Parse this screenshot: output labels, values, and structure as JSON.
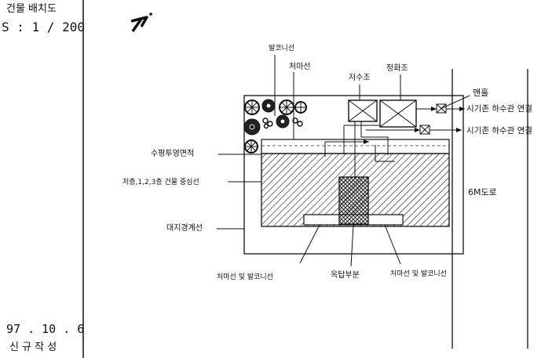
{
  "sidebar": {
    "title": "건물 배치도",
    "scale": "S : 1 / 200",
    "date": "97 . 10 . 6",
    "status": "신 규 작 성"
  },
  "labels": {
    "balcony_top": "발코니선",
    "eaves_top": "처마선",
    "water_tank": "저수조",
    "septic_tank": "정화조",
    "manhole": "맨홀",
    "sewer_1": "시기존 하수관 연결",
    "sewer_2": "시기존 하수관 연결",
    "vertical_projection": "수평투영면적",
    "building_center": "저층,1,2,3층 건물 중심선",
    "site_boundary": "대지경계선",
    "road": "6M도로",
    "eaves_balcony_left": "처마선 및 발코니선",
    "rooftop": "옥탑부분",
    "eaves_balcony_right": "처마선 및 발코니선"
  },
  "icons": {
    "north": "north-arrow-icon",
    "tree": "tree-symbol-icon",
    "shrub": "shrub-symbol-icon"
  }
}
